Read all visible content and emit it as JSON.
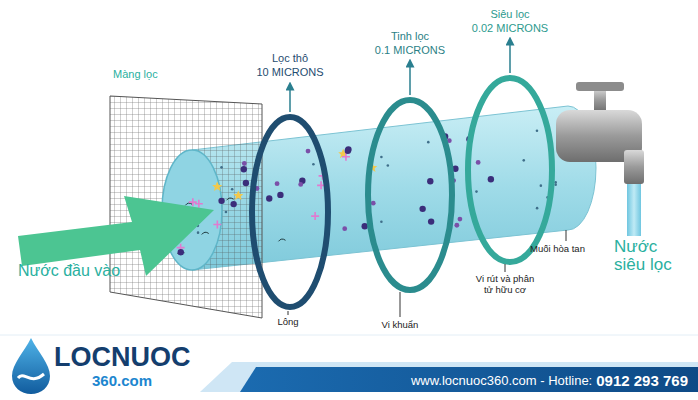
{
  "diagram": {
    "labels": [
      "Màng lọc",
      "Lọc thô",
      "10 MICRONS",
      "Tinh lọc",
      "0.1 MICRONS",
      "Siêu lọc",
      "0.02 MICRONS",
      "Nước đầu vào",
      "Nước siêu lọc",
      "Lông",
      "Vi khuẩn",
      "Vi rút và phân tử hữu cơ",
      "Muối hòa tan",
      "LOCNUOC",
      "360.com",
      "www.locnuoc360.com - Hotline:",
      "0912 293 769"
    ]
  }
}
